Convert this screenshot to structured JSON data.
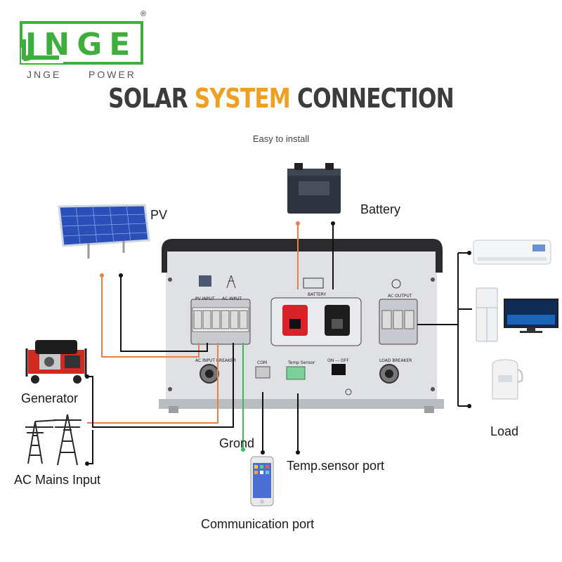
{
  "logo": {
    "text": "JNGE",
    "registered": "®",
    "subtitle_left": "JNGE",
    "subtitle_right": "POWER"
  },
  "title": {
    "word1": "SOLAR",
    "word2": "SYSTEM",
    "word3": "CONNECTION"
  },
  "subtitle": "Easy to install",
  "labels": {
    "pv": "PV",
    "battery": "Battery",
    "generator": "Generator",
    "ac_mains": "AC Mains Input",
    "ground": "Grond",
    "temp_sensor": "Temp.sensor port",
    "communication": "Communication port",
    "load": "Load"
  },
  "panel": {
    "pv_input": "PV INPUT",
    "ac_input": "AC INPUT",
    "battery": "BATTERY",
    "ac_output": "AC OUTPUT",
    "com": "COM",
    "temp_sensor": "Temp Sensor",
    "switch": "ON — OFF",
    "ac_input_breaker": "AC INPUT BREAKER",
    "load_breaker": "LOAD BREAKER"
  },
  "colors": {
    "logo_green": "#3fae3f",
    "title_orange": "#f0a020",
    "wire_orange": "#e8804a",
    "wire_black": "#111111",
    "wire_green": "#3db85a"
  }
}
